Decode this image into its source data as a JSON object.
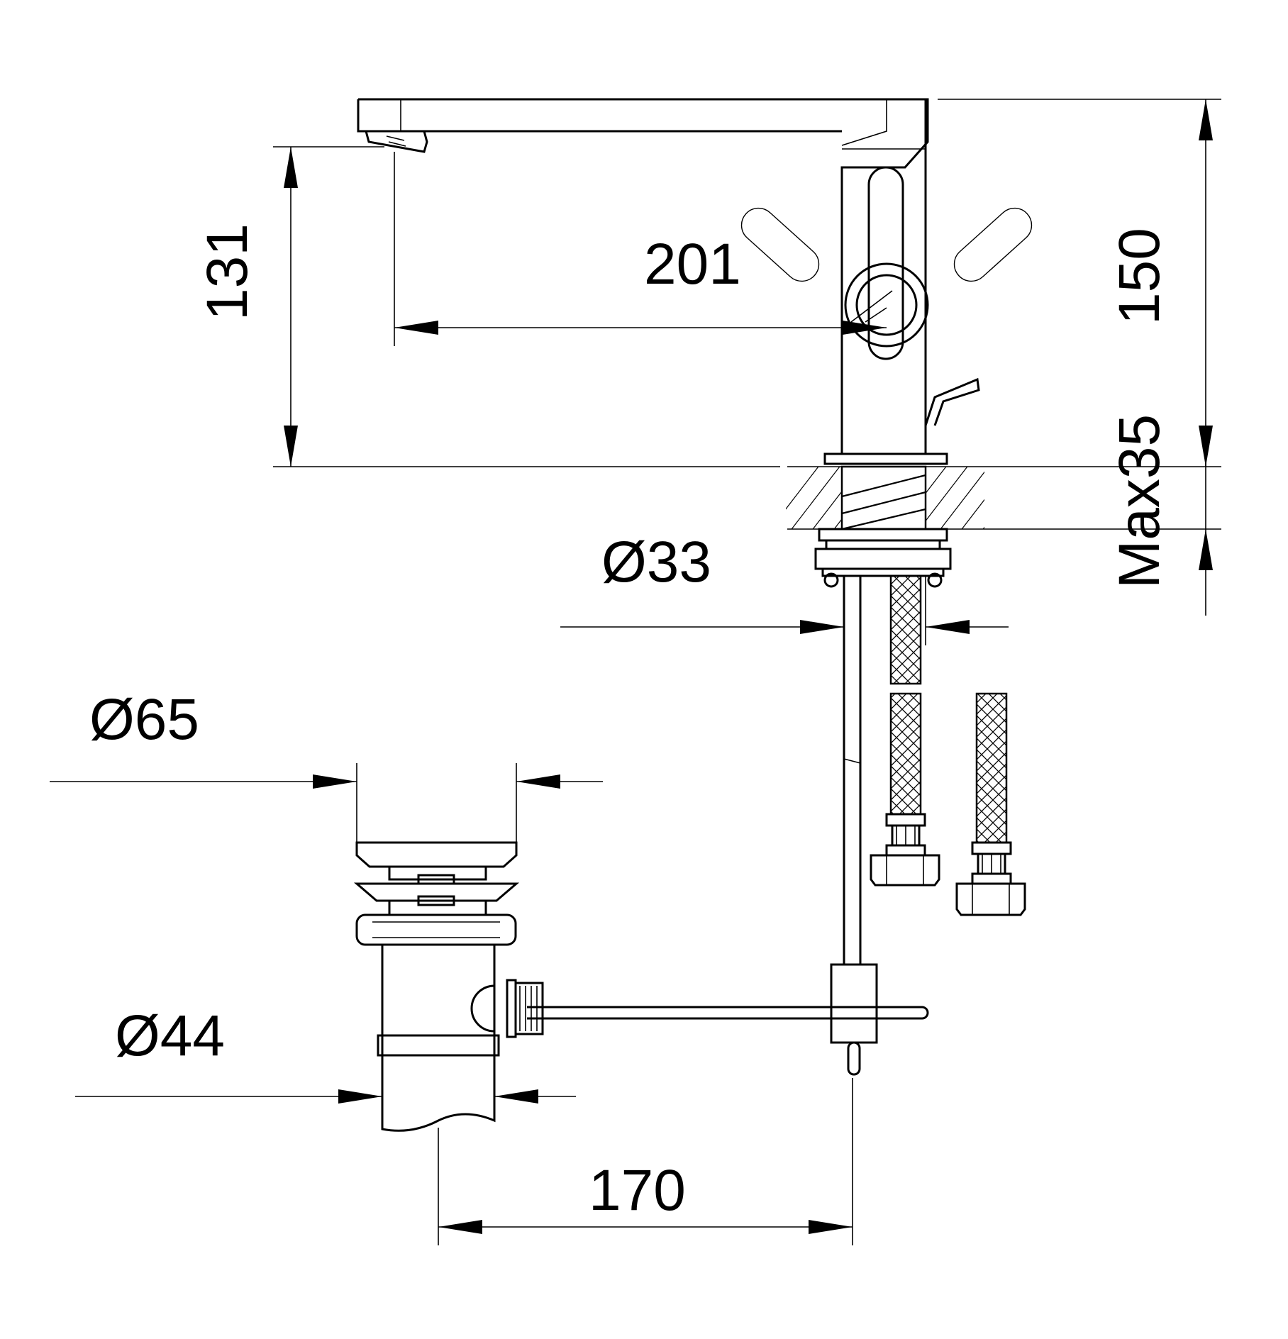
{
  "dimensions": {
    "spout_height": "131",
    "spout_reach": "201",
    "total_height": "150",
    "max_deck_thickness": "Max35",
    "body_diameter": "Ø33",
    "waste_top_diameter": "Ø65",
    "waste_pipe_diameter": "Ø44",
    "waste_offset": "170"
  },
  "colors": {
    "line": "#000000",
    "background": "#ffffff"
  }
}
